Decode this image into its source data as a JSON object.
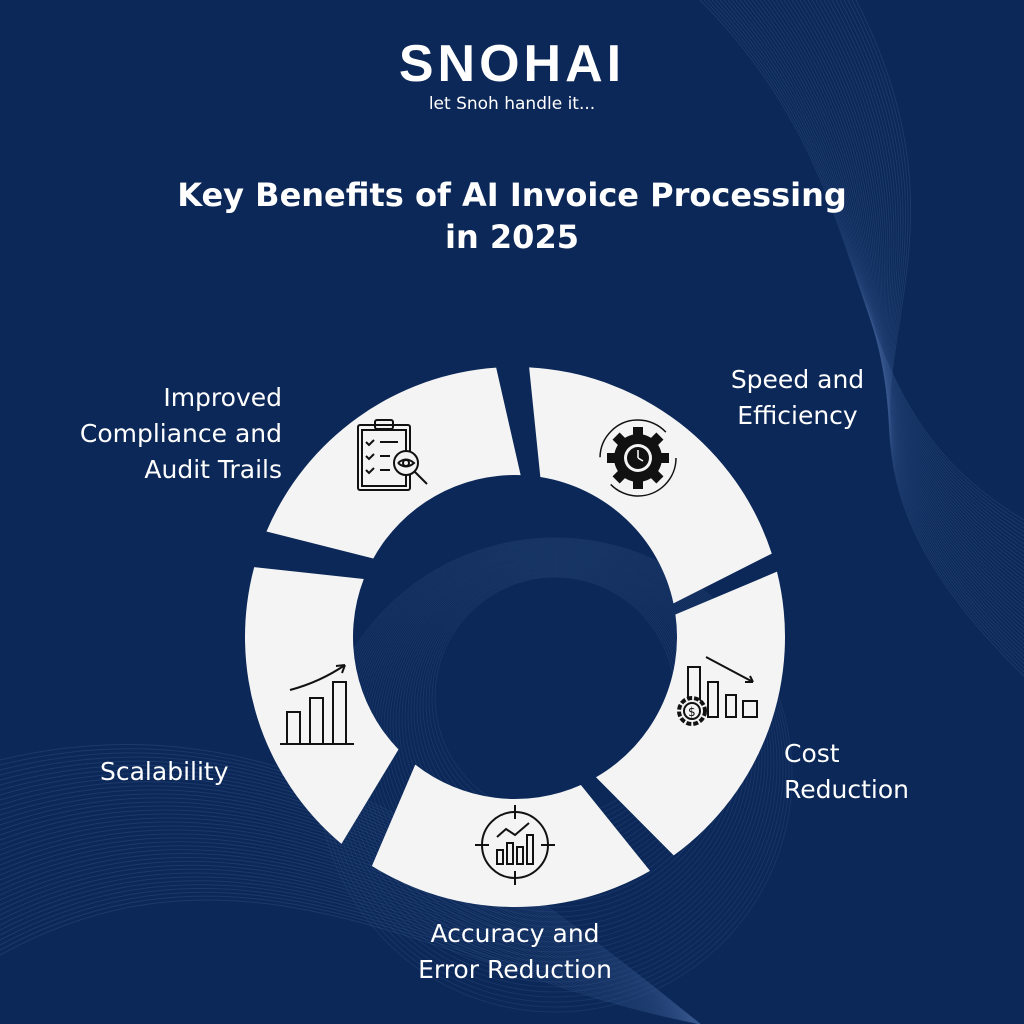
{
  "logo": {
    "wordmark": "SNOHAI",
    "tagline": "let Snoh handle it..."
  },
  "title": {
    "line1": "Key Benefits of AI Invoice Processing",
    "line2": "in 2025"
  },
  "benefits": [
    {
      "label1": "Speed and",
      "label2": "Efficiency",
      "icon": "gear-clock-icon"
    },
    {
      "label1": "Cost",
      "label2": "Reduction",
      "icon": "cost-reduction-chart-icon"
    },
    {
      "label1": "Accuracy and",
      "label2": "Error Reduction",
      "icon": "target-chart-icon"
    },
    {
      "label1": "Scalability",
      "icon": "growth-bar-chart-icon"
    },
    {
      "label1": "Improved",
      "label2": "Compliance and",
      "label3": "Audit Trails",
      "icon": "clipboard-inspect-icon"
    }
  ],
  "colors": {
    "background": "#0c2858",
    "segment": "#f4f4f4",
    "icon": "#111111"
  }
}
